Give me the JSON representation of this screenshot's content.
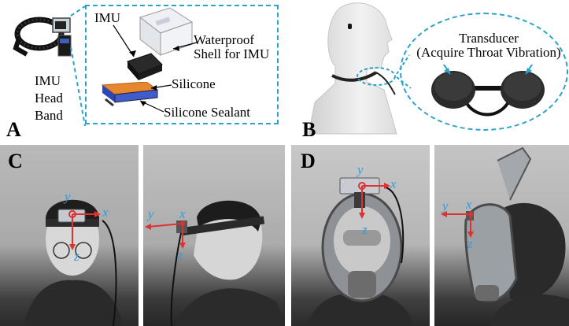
{
  "panels": {
    "a": {
      "letter": "A",
      "head_band_label": "IMU\nHead\nBand",
      "imu_label": "IMU",
      "shell_label": "Waterproof\nShell for IMU",
      "silicone_label": "Silicone",
      "sealant_label": "Silicone Sealant"
    },
    "b": {
      "letter": "B",
      "transducer_label": "Transducer\n(Acquire Throat Vibration)"
    },
    "c": {
      "letter": "C",
      "front": {
        "y": "y",
        "x": "x",
        "z": "z"
      },
      "side": {
        "y": "y",
        "x": "x",
        "z": "z"
      }
    },
    "d": {
      "letter": "D",
      "front": {
        "y": "y",
        "x": "x",
        "z": "z"
      },
      "side": {
        "y": "y",
        "x": "x",
        "z": "z"
      }
    }
  },
  "colors": {
    "axis_arrow": "#e03030",
    "axis_label": "#3a9bd6",
    "dashed_box": "#29a3c9"
  }
}
